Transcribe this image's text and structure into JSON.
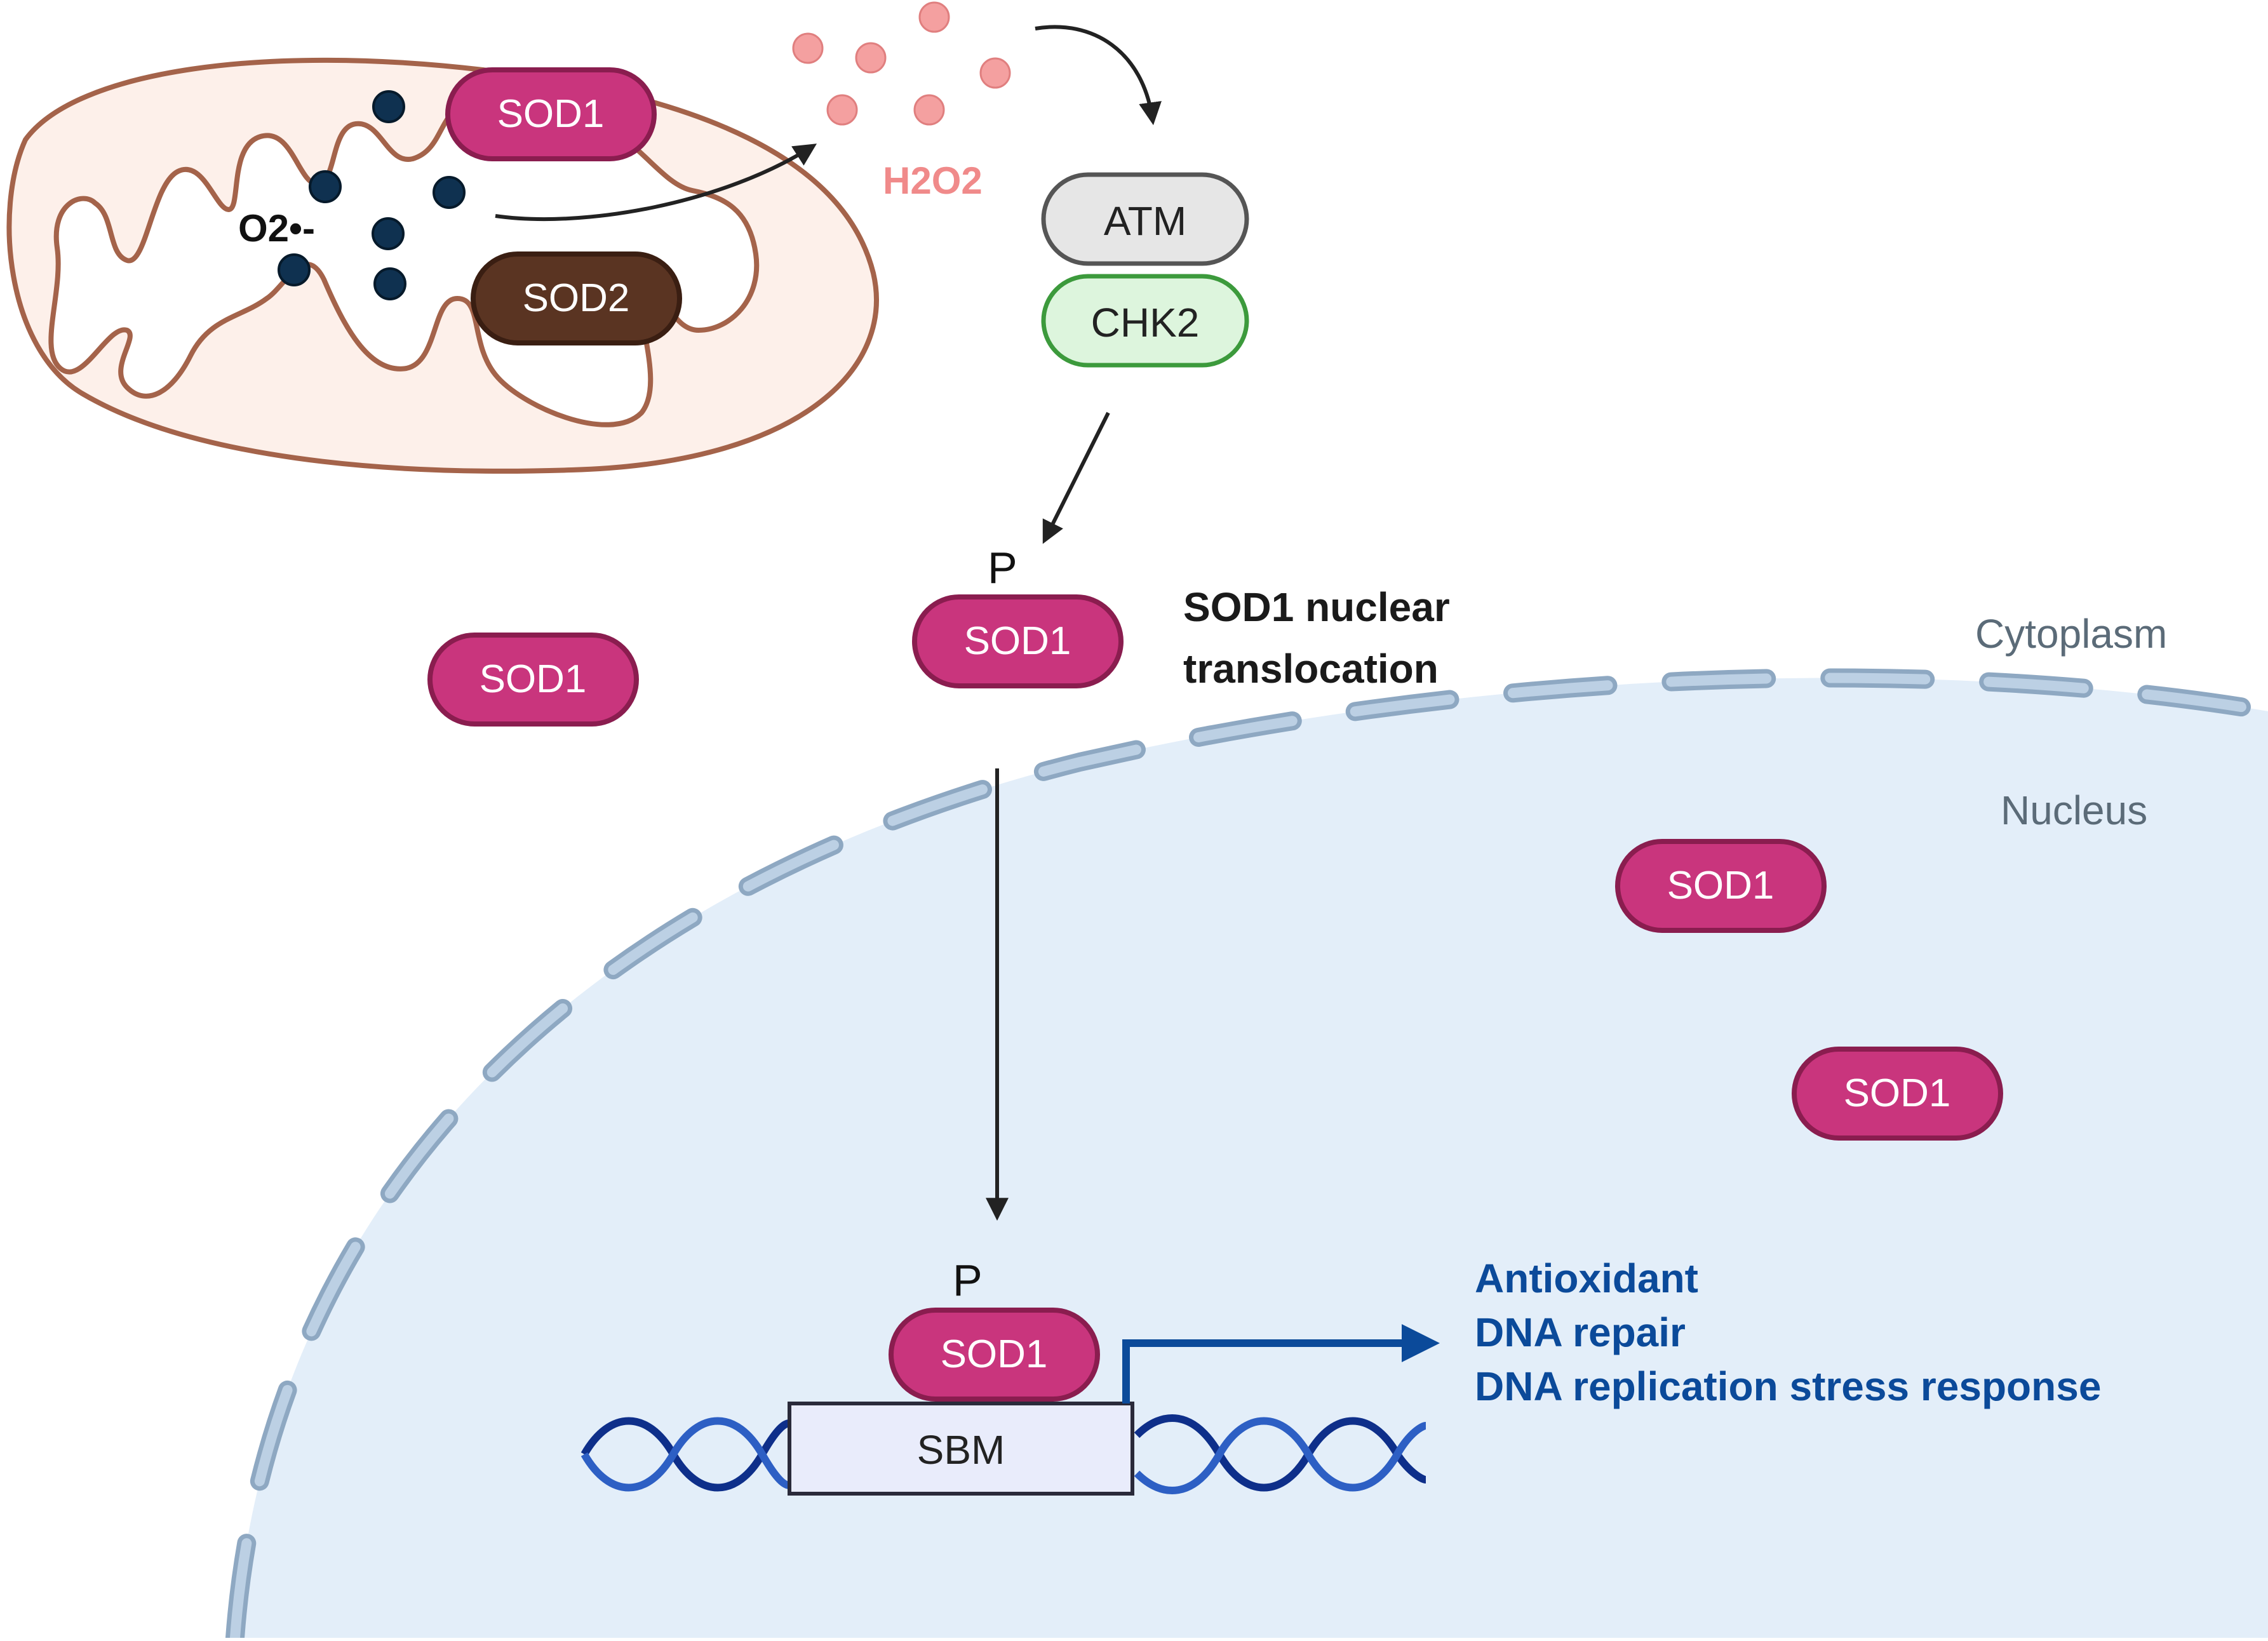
{
  "colors": {
    "sod1_fill": "#c9357d",
    "sod1_stroke": "#8a1d4f",
    "sod2_fill": "#5a3422",
    "mito_fill": "#fdf0ea",
    "mito_stroke": "#a4634a",
    "nucleus_fill": "#e3eef9",
    "envelope": "#aabfd4",
    "atm_fill": "#e6e6e6",
    "chk2_fill": "#ddf5dd",
    "chk2_stroke": "#3c9a3c",
    "h2o2": "#f4a0a0",
    "output_blue": "#0b4a9a",
    "dna_blue": "#0e2f8a"
  },
  "icons": [
    "superoxide-dot",
    "h2o2-droplet",
    "dna-helix",
    "arrow"
  ],
  "labels": {
    "superoxide": "O2•-",
    "h2o2": "H2O2",
    "sod1": "SOD1",
    "sod2": "SOD2",
    "atm": "ATM",
    "chk2": "CHK2",
    "phospho_p": "P",
    "translocation_line1": "SOD1 nuclear",
    "translocation_line2": "translocation",
    "cytoplasm": "Cytoplasm",
    "nucleus": "Nucleus",
    "sbm": "SBM",
    "output_1": "Antioxidant",
    "output_2": "DNA repair",
    "output_3": "DNA replication stress response"
  }
}
